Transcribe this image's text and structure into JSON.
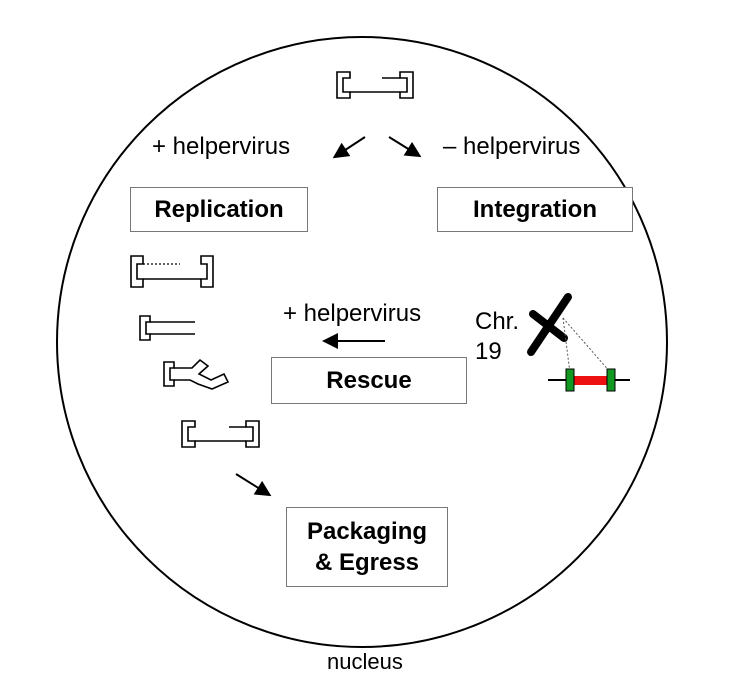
{
  "labels": {
    "helper_plus_left": "+ helpervirus",
    "helper_minus": "– helpervirus",
    "helper_plus_rescue": "+ helpervirus",
    "chr_line1": "Chr.",
    "chr_line2": "19",
    "nucleus": "nucleus"
  },
  "boxes": {
    "replication": "Replication",
    "integration": "Integration",
    "rescue": "Rescue",
    "packaging_line1": "Packaging",
    "packaging_line2": "& Egress"
  },
  "colors": {
    "integration_red": "#ee1111",
    "integration_green": "#119922"
  }
}
